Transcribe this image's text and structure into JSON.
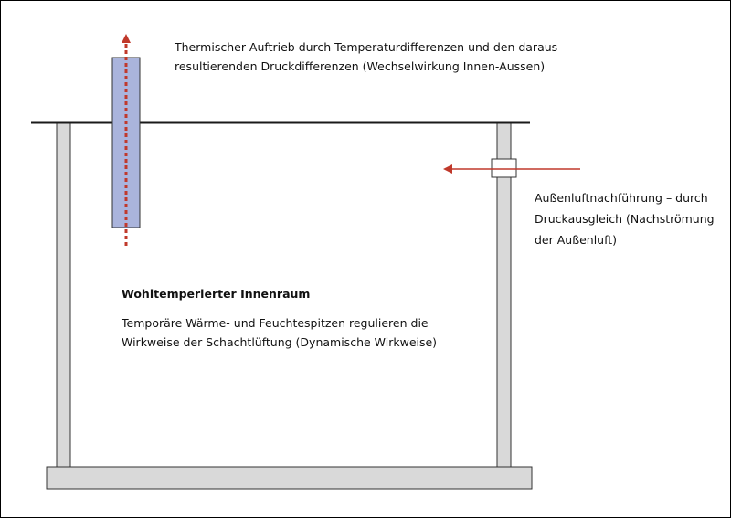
{
  "labels": {
    "thermal": [
      "Thermischer Auftrieb durch Temperaturdifferenzen und den daraus",
      "resultierenden Druckdifferenzen (Wechselwirkung Innen-Aussen)"
    ],
    "outside_air": [
      "Außenluftnachführung – durch",
      "Druckausgleich (Nachströmung",
      "der Außenluft)"
    ],
    "room_title": "Wohltemperierter Innenraum",
    "room_body": [
      "Temporäre Wärme- und Feuchtespitzen regulieren die",
      "Wirkweise der Schachtlüftung (Dynamische Wirkweise)"
    ]
  },
  "colors": {
    "wall_fill": "#d9d9d9",
    "shaft_fill": "#aab4dc",
    "arrow_red": "#c0392b",
    "outline": "#333333",
    "roof": "#1a1a1a"
  }
}
